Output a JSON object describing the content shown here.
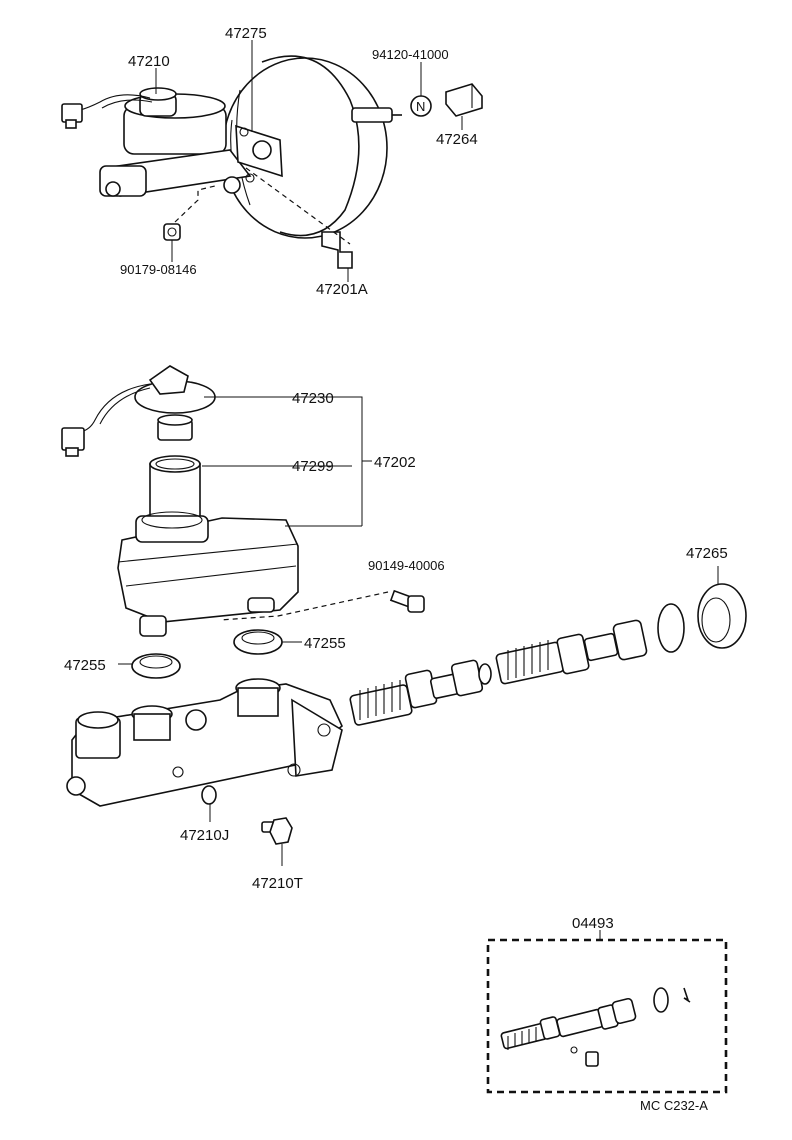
{
  "diagram": {
    "part_labels": {
      "p47210": "47210",
      "p47275": "47275",
      "p94120": "94120-41000",
      "p47264": "47264",
      "p90179": "90179-08146",
      "p47201A": "47201A",
      "p47230": "47230",
      "p47299": "47299",
      "p47202": "47202",
      "p90149": "90149-40006",
      "p47265": "47265",
      "p47255a": "47255",
      "p47255b": "47255",
      "p47210J": "47210J",
      "p47210T": "47210T",
      "p04493": "04493"
    },
    "nut_symbol": "N",
    "drawing_code": "MC C232-A"
  }
}
